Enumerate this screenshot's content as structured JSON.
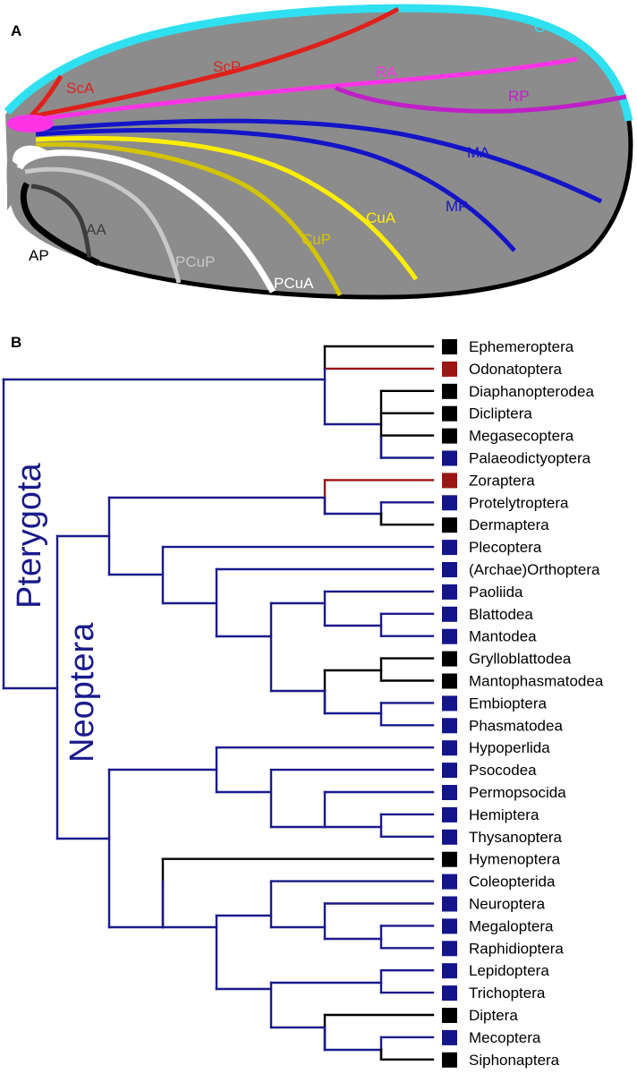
{
  "panel_a": {
    "letter": "A",
    "veins": [
      {
        "label": "C",
        "color": "#2fe0f0"
      },
      {
        "label": "ScA",
        "color": "#e0201a"
      },
      {
        "label": "ScP",
        "color": "#e0201a"
      },
      {
        "label": "RA",
        "color": "#ff33e6"
      },
      {
        "label": "RP",
        "color": "#c020c8"
      },
      {
        "label": "MA",
        "color": "#1414c8"
      },
      {
        "label": "MP",
        "color": "#1414c8"
      },
      {
        "label": "CuA",
        "color": "#ffee00"
      },
      {
        "label": "CuP",
        "color": "#d4c400"
      },
      {
        "label": "PCuA",
        "color": "#ffffff"
      },
      {
        "label": "PCuP",
        "color": "#c8c8c8"
      },
      {
        "label": "AA",
        "color": "#3c3c3c"
      },
      {
        "label": "AP",
        "color": "#000000"
      }
    ],
    "wing_color": "#8c8c8c"
  },
  "panel_b": {
    "letter": "B",
    "clades": [
      "Pterygota",
      "Neoptera"
    ],
    "taxa": [
      {
        "name": "Ephemeroptera",
        "box": "#000000"
      },
      {
        "name": "Odonatoptera",
        "box": "#9c1414"
      },
      {
        "name": "Diaphanopterodea",
        "box": "#000000"
      },
      {
        "name": "Dicliptera",
        "box": "#000000"
      },
      {
        "name": "Megasecoptera",
        "box": "#000000"
      },
      {
        "name": "Palaeodictyoptera",
        "box": "#14148c"
      },
      {
        "name": "Zoraptera",
        "box": "#9c1414"
      },
      {
        "name": "Protelytroptera",
        "box": "#14148c"
      },
      {
        "name": "Dermaptera",
        "box": "#000000"
      },
      {
        "name": "Plecoptera",
        "box": "#14148c"
      },
      {
        "name": "(Archae)Orthoptera",
        "box": "#14148c"
      },
      {
        "name": "Paoliida",
        "box": "#14148c"
      },
      {
        "name": "Blattodea",
        "box": "#14148c"
      },
      {
        "name": "Mantodea",
        "box": "#14148c"
      },
      {
        "name": "Grylloblattodea",
        "box": "#000000"
      },
      {
        "name": "Mantophasmatodea",
        "box": "#000000"
      },
      {
        "name": "Embioptera",
        "box": "#14148c"
      },
      {
        "name": "Phasmatodea",
        "box": "#14148c"
      },
      {
        "name": "Hypoperlida",
        "box": "#14148c"
      },
      {
        "name": "Psocodea",
        "box": "#14148c"
      },
      {
        "name": "Permopsocida",
        "box": "#14148c"
      },
      {
        "name": "Hemiptera",
        "box": "#14148c"
      },
      {
        "name": "Thysanoptera",
        "box": "#14148c"
      },
      {
        "name": "Hymenoptera",
        "box": "#000000"
      },
      {
        "name": "Coleopterida",
        "box": "#14148c"
      },
      {
        "name": "Neuroptera",
        "box": "#14148c"
      },
      {
        "name": "Megaloptera",
        "box": "#14148c"
      },
      {
        "name": "Raphidioptera",
        "box": "#14148c"
      },
      {
        "name": "Lepidoptera",
        "box": "#14148c"
      },
      {
        "name": "Trichoptera",
        "box": "#14148c"
      },
      {
        "name": "Diptera",
        "box": "#000000"
      },
      {
        "name": "Mecoptera",
        "box": "#14148c"
      },
      {
        "name": "Siphonaptera",
        "box": "#000000"
      }
    ],
    "colors": {
      "blue": "#1a1a8c",
      "black": "#000000",
      "red": "#9c1414"
    }
  }
}
